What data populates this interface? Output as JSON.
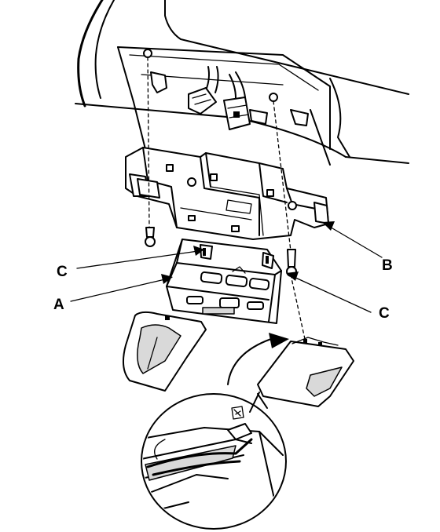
{
  "callouts": {
    "a": "A",
    "b": "B",
    "c_upper": "C",
    "c_lower": "C"
  },
  "colors": {
    "ink": "#000000",
    "background": "#ffffff",
    "shade": "#d9d9d9"
  }
}
